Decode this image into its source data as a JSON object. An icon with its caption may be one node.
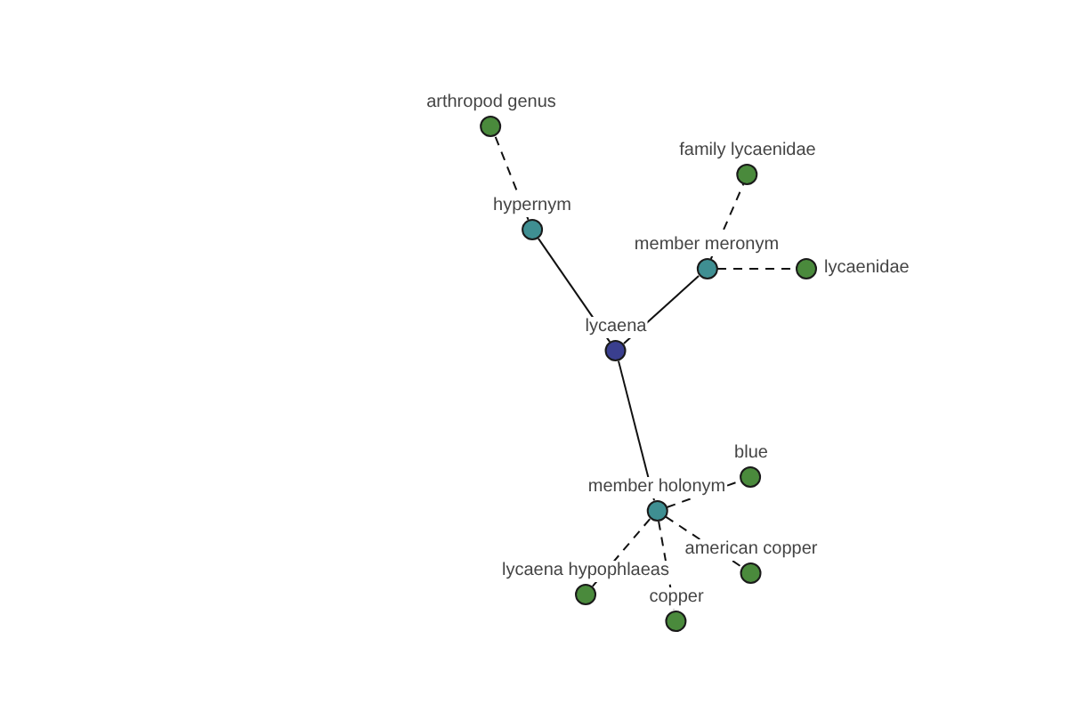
{
  "diagram": {
    "nodes": [
      {
        "text": [
          "arthropod genus"
        ]
      },
      {
        "text": [
          "hypernym"
        ]
      },
      {
        "text": [
          "family lycaenidae"
        ]
      },
      {
        "text": [
          "member meronym"
        ]
      },
      {
        "text": [
          "lycaenidae"
        ]
      },
      {
        "text": [
          "lycaena"
        ]
      },
      {
        "text": [
          "blue"
        ]
      },
      {
        "text": [
          "member holonym"
        ]
      },
      {
        "text": [
          "american copper"
        ]
      },
      {
        "text": [
          "lycaena hypophlaeas"
        ]
      },
      {
        "text": [
          "copper"
        ]
      }
    ],
    "edges": [
      {
        "from": 1,
        "to": 0,
        "arrow": "none",
        "style": "dashed"
      },
      {
        "from": 5,
        "to": 1,
        "arrow": "none"
      },
      {
        "from": 3,
        "to": 2,
        "arrow": "none",
        "style": "dashed"
      },
      {
        "from": 3,
        "to": 4,
        "arrow": "none",
        "style": "dashed"
      },
      {
        "from": 5,
        "to": 3,
        "arrow": "none"
      },
      {
        "from": 5,
        "to": 7,
        "arrow": "none"
      },
      {
        "from": 7,
        "to": 6,
        "arrow": "none",
        "style": "dashed"
      },
      {
        "from": 7,
        "to": 8,
        "arrow": "none",
        "style": "dashed"
      },
      {
        "from": 7,
        "to": 9,
        "arrow": "none",
        "style": "dashed"
      },
      {
        "from": 7,
        "to": 10,
        "arrow": "none",
        "style": "dashed"
      }
    ]
  }
}
